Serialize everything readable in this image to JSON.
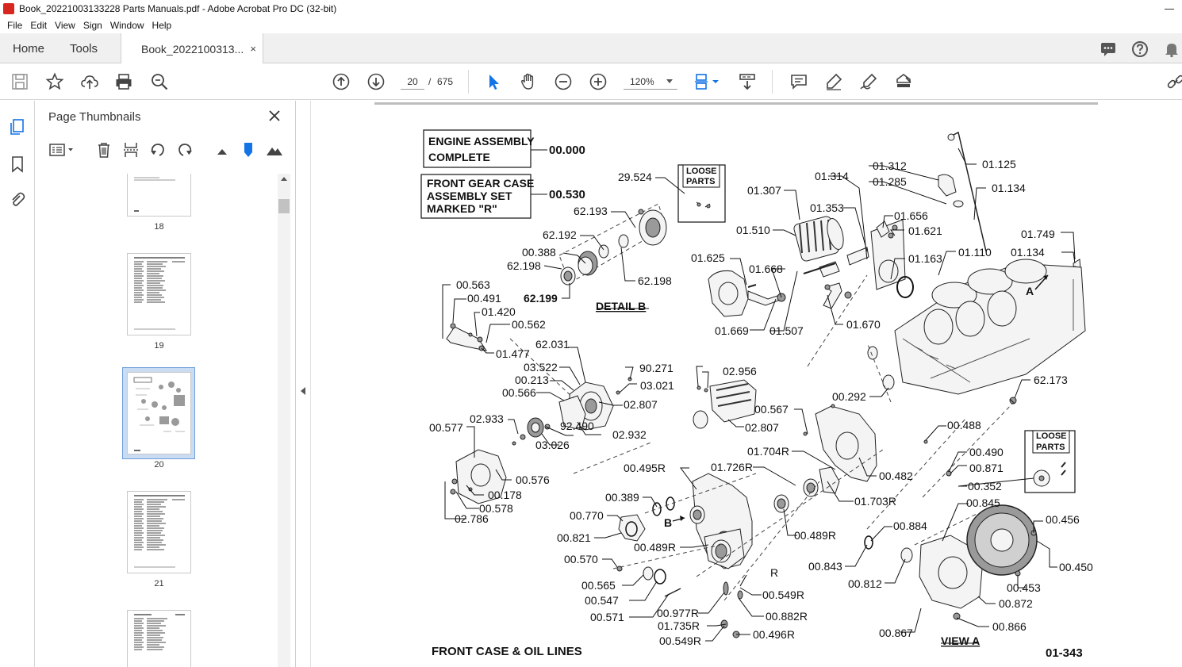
{
  "window": {
    "title": "Book_20221003133228 Parts Manuals.pdf - Adobe Acrobat Pro DC (32-bit)"
  },
  "menu": [
    "File",
    "Edit",
    "View",
    "Sign",
    "Window",
    "Help"
  ],
  "tabs": {
    "home": "Home",
    "tools": "Tools",
    "document": "Book_2022100313...",
    "close_glyph": "×"
  },
  "toolbar": {
    "current_page": "20",
    "page_separator": "/",
    "total_pages": "675",
    "zoom": "120%"
  },
  "thumbnail_panel": {
    "title": "Page Thumbnails",
    "close_glyph": "×",
    "thumbnails": [
      {
        "label": "18",
        "selected": false
      },
      {
        "label": "19",
        "selected": false
      },
      {
        "label": "20",
        "selected": true
      },
      {
        "label": "21",
        "selected": false
      }
    ]
  },
  "diagram": {
    "header_box_1": [
      "ENGINE ASSEMBLY",
      "COMPLETE"
    ],
    "header_code_1": "00.000",
    "header_box_2": [
      "FRONT GEAR CASE",
      "ASSEMBLY SET",
      "MARKED \"R\""
    ],
    "header_code_2": "00.530",
    "loose_parts": [
      "LOOSE",
      "PARTS"
    ],
    "detail_b": "DETAIL B",
    "view_a": "VIEW A",
    "footer_title": "FRONT CASE & OIL LINES",
    "footer_code": "01-343",
    "marker_a": "A",
    "marker_b": "B",
    "marker_r": "R",
    "callouts": {
      "c29524": "29.524",
      "c62193": "62.193",
      "c62192": "62.192",
      "c00388": "00.388",
      "c62198a": "62.198",
      "c62198b": "62.198",
      "c62199": "62.199",
      "c00563": "00.563",
      "c00491": "00.491",
      "c01420": "01.420",
      "c00562": "00.562",
      "c01477": "01.477",
      "c62031": "62.031",
      "c03522": "03.522",
      "c00213": "00.213",
      "c00566": "00.566",
      "c90271": "90.271",
      "c03021": "03.021",
      "c02956": "02.956",
      "c02807a": "02.807",
      "c02807b": "02.807",
      "c02933": "02.933",
      "c00577": "00.577",
      "c92490": "92.490",
      "c02932": "02.932",
      "c03026": "03.026",
      "c00576": "00.576",
      "c00178": "00.178",
      "c00578": "00.578",
      "c02786": "02.786",
      "c01307": "01.307",
      "c01314": "01.314",
      "c01312": "01.312",
      "c01285": "01.285",
      "c01125": "01.125",
      "c01134a": "01.134",
      "c01353": "01.353",
      "c01656": "01.656",
      "c01510": "01.510",
      "c01621": "01.621",
      "c01749": "01.749",
      "c01134b": "01.134",
      "c01110": "01.110",
      "c01163": "01.163",
      "c01625": "01.625",
      "c01668": "01.668",
      "c01669": "01.669",
      "c01507": "01.507",
      "c01670": "01.670",
      "c62173": "62.173",
      "c00292": "00.292",
      "c00567": "00.567",
      "c00488": "00.488",
      "c00490": "00.490",
      "c00871": "00.871",
      "c00352": "00.352",
      "c00495R": "00.495R",
      "c01726R": "01.726R",
      "c01704R": "01.704R",
      "c00482": "00.482",
      "c01703R": "01.703R",
      "c00389": "00.389",
      "c00770": "00.770",
      "c00821": "00.821",
      "c00489Ra": "00.489R",
      "c00489Rb": "00.489R",
      "c00570": "00.570",
      "c00565": "00.565",
      "c00547": "00.547",
      "c00571": "00.571",
      "c00977R": "00.977R",
      "c01735R": "01.735R",
      "c00549Ra": "00.549R",
      "c00549Rb": "00.549R",
      "c00882R": "00.882R",
      "c00496R": "00.496R",
      "c00845": "00.845",
      "c00884": "00.884",
      "c00843": "00.843",
      "c00812": "00.812",
      "c00456": "00.456",
      "c00450": "00.450",
      "c00453": "00.453",
      "c00872": "00.872",
      "c00866": "00.866",
      "c00867": "00.867"
    }
  }
}
